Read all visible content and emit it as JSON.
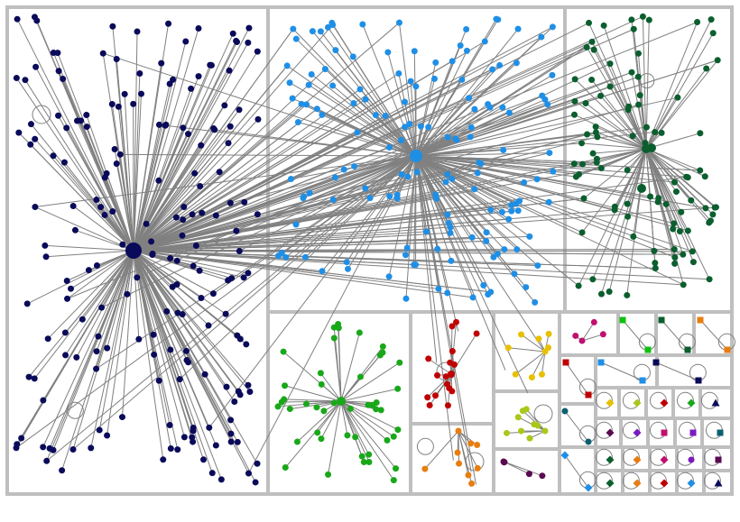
{
  "graph": {
    "edge_color": "#808080",
    "frame_color": "#bfbfbf",
    "background": "#ffffff",
    "groups": [
      {
        "id": "g1",
        "color": "#0a0a5a",
        "shape": "circle",
        "hub_nodes": 1,
        "leaf_nodes": 230
      },
      {
        "id": "g2",
        "color": "#1f8fe6",
        "shape": "circle",
        "hub_nodes": 1,
        "leaf_nodes": 160
      },
      {
        "id": "g3",
        "color": "#0b5e2e",
        "shape": "circle",
        "hub_nodes": 3,
        "leaf_nodes": 110
      },
      {
        "id": "g4",
        "color": "#18a818",
        "shape": "circle",
        "hub_nodes": 1,
        "leaf_nodes": 45
      },
      {
        "id": "g5",
        "color": "#c00000",
        "shape": "circle",
        "hub_nodes": 1,
        "leaf_nodes": 16
      },
      {
        "id": "g6",
        "color": "#e8c000",
        "shape": "circle",
        "hub_nodes": 1,
        "leaf_nodes": 8
      },
      {
        "id": "g7",
        "color": "#a8c81a",
        "shape": "circle",
        "hub_nodes": 1,
        "leaf_nodes": 8
      },
      {
        "id": "g8",
        "color": "#e87d10",
        "shape": "circle",
        "hub_nodes": 1,
        "leaf_nodes": 8
      },
      {
        "id": "g9",
        "color": "#5a0a50",
        "shape": "circle",
        "hub_nodes": 1,
        "leaf_nodes": 4
      },
      {
        "id": "g10",
        "color": "#c0106e",
        "shape": "circle",
        "hub_nodes": 1,
        "leaf_nodes": 3
      },
      {
        "id": "g11",
        "color": "#10c010",
        "shape": "square"
      },
      {
        "id": "g12",
        "color": "#0b5e2e",
        "shape": "square"
      },
      {
        "id": "g13",
        "color": "#e87d10",
        "shape": "square"
      },
      {
        "id": "g14",
        "color": "#c00000",
        "shape": "square"
      },
      {
        "id": "g15",
        "color": "#1f8fe6",
        "shape": "square"
      },
      {
        "id": "g16",
        "color": "#0a0a5a",
        "shape": "square"
      },
      {
        "id": "g17",
        "color": "#e8c000",
        "shape": "diamond"
      },
      {
        "id": "g18",
        "color": "#0a6070",
        "shape": "circle"
      },
      {
        "id": "g19",
        "color": "#a8c81a",
        "shape": "diamond"
      },
      {
        "id": "g20",
        "color": "#c00000",
        "shape": "diamond"
      },
      {
        "id": "g21",
        "color": "#18a818",
        "shape": "diamond"
      },
      {
        "id": "g22",
        "color": "#0a0a5a",
        "shape": "triangle"
      },
      {
        "id": "g23",
        "color": "#5a0a50",
        "shape": "diamond"
      },
      {
        "id": "g24",
        "color": "#7a1ac0",
        "shape": "diamond"
      },
      {
        "id": "g25",
        "color": "#c0106e",
        "shape": "square"
      },
      {
        "id": "g26",
        "color": "#7a1ac0",
        "shape": "square"
      },
      {
        "id": "g27",
        "color": "#0a6070",
        "shape": "square"
      },
      {
        "id": "g28",
        "color": "#1f8fe6",
        "shape": "diamond"
      },
      {
        "id": "g29",
        "color": "#0b5e2e",
        "shape": "diamond"
      },
      {
        "id": "g30",
        "color": "#e87d10",
        "shape": "diamond"
      },
      {
        "id": "g31",
        "color": "#c0106e",
        "shape": "diamond"
      },
      {
        "id": "g32",
        "color": "#7a1ac0",
        "shape": "circle"
      },
      {
        "id": "g33",
        "color": "#5a0a50",
        "shape": "square"
      }
    ]
  }
}
